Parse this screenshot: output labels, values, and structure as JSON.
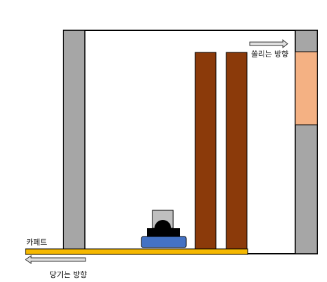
{
  "labels": {
    "carpet": "카페트",
    "pull_direction": "당기는 방향",
    "slide_direction": "쏠리는 방향"
  },
  "colors": {
    "outline": "#000000",
    "wall_gray": "#a6a6a6",
    "pillar_brown": "#8b3a0a",
    "carpet_yellow": "#f5b800",
    "robot_blue": "#4472c4",
    "robot_black": "#000000",
    "camera_gray": "#bfbfbf",
    "door_panel": "#f4b183",
    "arrow_fill": "#e0e0e0"
  }
}
